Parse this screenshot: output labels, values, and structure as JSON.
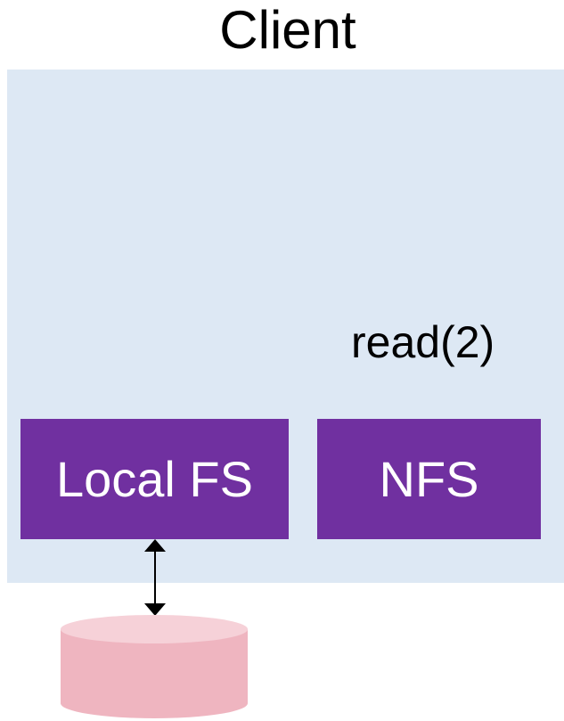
{
  "diagram": {
    "client_label": "Client",
    "call_label": "read(2)",
    "local_fs_label": "Local FS",
    "nfs_label": "NFS",
    "colors": {
      "client_background": "#dde8f4",
      "fs_box": "#7030a0",
      "fs_text": "#ffffff",
      "disk_top": "#f6d1d8",
      "disk_body": "#efb5c0",
      "arrow": "#000000"
    },
    "icons": {
      "connection": "double-arrow-icon",
      "storage": "disk-icon"
    }
  }
}
